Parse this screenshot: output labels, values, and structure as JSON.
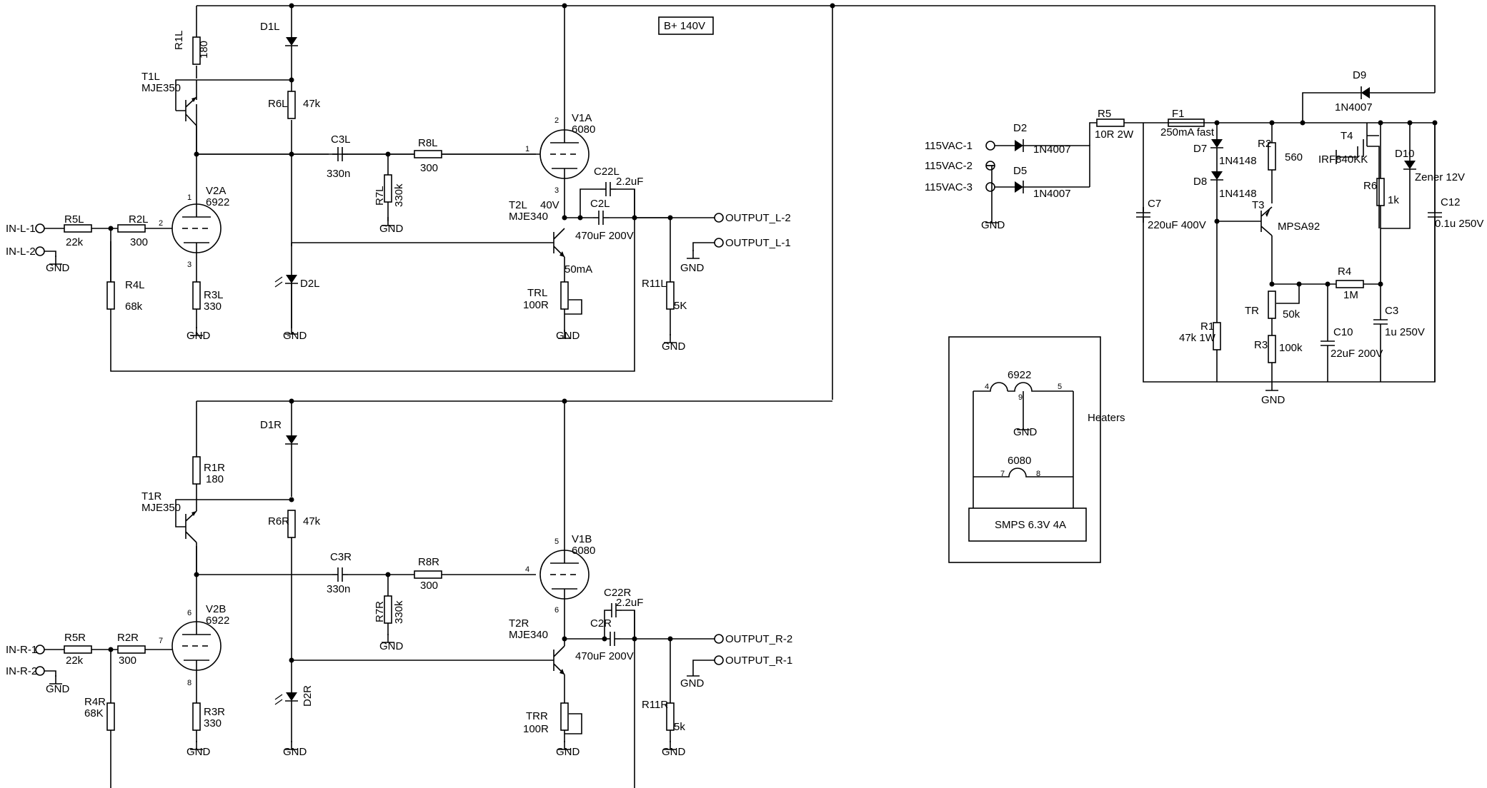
{
  "supply": {
    "bplus": "B+ 140V"
  },
  "ch": [
    {
      "in1": "IN-L-1",
      "in2": "IN-L-2",
      "out2": "OUTPUT_L-2",
      "out1": "OUTPUT_L-1",
      "r1": [
        "R1L",
        "180"
      ],
      "d1": "D1L",
      "t1": [
        "T1L",
        "MJE350"
      ],
      "r6": [
        "R6L",
        "47k"
      ],
      "c3": [
        "C3L",
        "330n"
      ],
      "r8": [
        "R8L",
        "300"
      ],
      "r7": [
        "R7L",
        "330k"
      ],
      "v1": [
        "V1A",
        "6080"
      ],
      "v1pins": [
        "2",
        "1",
        "3"
      ],
      "v2": [
        "V2A",
        "6922"
      ],
      "v2pins": [
        "1",
        "2",
        "3"
      ],
      "r5": [
        "R5L",
        "22k"
      ],
      "r2": [
        "R2L",
        "300"
      ],
      "r4": [
        "R4L",
        "68k"
      ],
      "r3": [
        "R3L",
        "330"
      ],
      "d2": "D2L",
      "t2": [
        "T2L",
        "MJE340"
      ],
      "v40": "40V",
      "c22": [
        "C22L",
        "2.2uF"
      ],
      "c2": [
        "C2L",
        "470uF 200V"
      ],
      "ma": "50mA",
      "tr": [
        "TRL",
        "100R"
      ],
      "r11": [
        "R11L",
        "5K"
      ]
    },
    {
      "in1": "IN-R-1",
      "in2": "IN-R-2",
      "out2": "OUTPUT_R-2",
      "out1": "OUTPUT_R-1",
      "r1": [
        "R1R",
        "180"
      ],
      "d1": "D1R",
      "t1": [
        "T1R",
        "MJE350"
      ],
      "r6": [
        "R6R",
        "47k"
      ],
      "c3": [
        "C3R",
        "330n"
      ],
      "r8": [
        "R8R",
        "300"
      ],
      "r7": [
        "R7R",
        "330k"
      ],
      "v1": [
        "V1B",
        "6080"
      ],
      "v1pins": [
        "5",
        "4",
        "6"
      ],
      "v2": [
        "V2B",
        "6922"
      ],
      "v2pins": [
        "6",
        "7",
        "8"
      ],
      "r5": [
        "R5R",
        "22k"
      ],
      "r2": [
        "R2R",
        "300"
      ],
      "r4": [
        "R4R",
        "68K"
      ],
      "r3": [
        "R3R",
        "330"
      ],
      "d2": "D2R",
      "t2": [
        "T2R",
        "MJE340"
      ],
      "v40": "",
      "c22": [
        "C22R",
        "2.2uF"
      ],
      "c2": [
        "C2R",
        "470uF 200V"
      ],
      "ma": "",
      "tr": [
        "TRR",
        "100R"
      ],
      "r11": [
        "R11R",
        "5k"
      ]
    }
  ],
  "psu": {
    "ac1": "115VAC-1",
    "ac2": "115VAC-2",
    "ac3": "115VAC-3",
    "d2": [
      "D2",
      "1N4007"
    ],
    "d5": [
      "D5",
      "1N4007"
    ],
    "r5": [
      "R5",
      "10R 2W"
    ],
    "f1": [
      "F1",
      "250mA fast"
    ],
    "d9": [
      "D9",
      "1N4007"
    ],
    "d7": [
      "D7",
      "1N4148"
    ],
    "d8": [
      "D8",
      "1N4148"
    ],
    "r2": [
      "R2",
      "560"
    ],
    "t3": [
      "T3",
      "MPSA92"
    ],
    "t4": [
      "T4",
      "IRF840KK"
    ],
    "d10": [
      "D10",
      "Zener 12V"
    ],
    "r6": [
      "R6",
      "1k"
    ],
    "c12": [
      "C12",
      "0.1u 250V"
    ],
    "c7": [
      "C7",
      "220uF 400V"
    ],
    "r1": [
      "R1",
      "47k 1W"
    ],
    "tr": [
      "TR",
      "50k"
    ],
    "r3": [
      "R3",
      "100k"
    ],
    "c10": [
      "C10",
      "22uF 200V"
    ],
    "r4": [
      "R4",
      "1M"
    ],
    "c3": [
      "C3",
      "1u 250V"
    ]
  },
  "heaters": {
    "title": "Heaters",
    "t1": "6922",
    "t2": "6080",
    "p4": "4",
    "p9": "9",
    "p5": "5",
    "p7": "7",
    "p8": "8",
    "smps": "SMPS 6.3V 4A"
  },
  "gnd": "GND",
  "pins": {
    "p1": "1",
    "p2": "2",
    "p3": "3"
  }
}
